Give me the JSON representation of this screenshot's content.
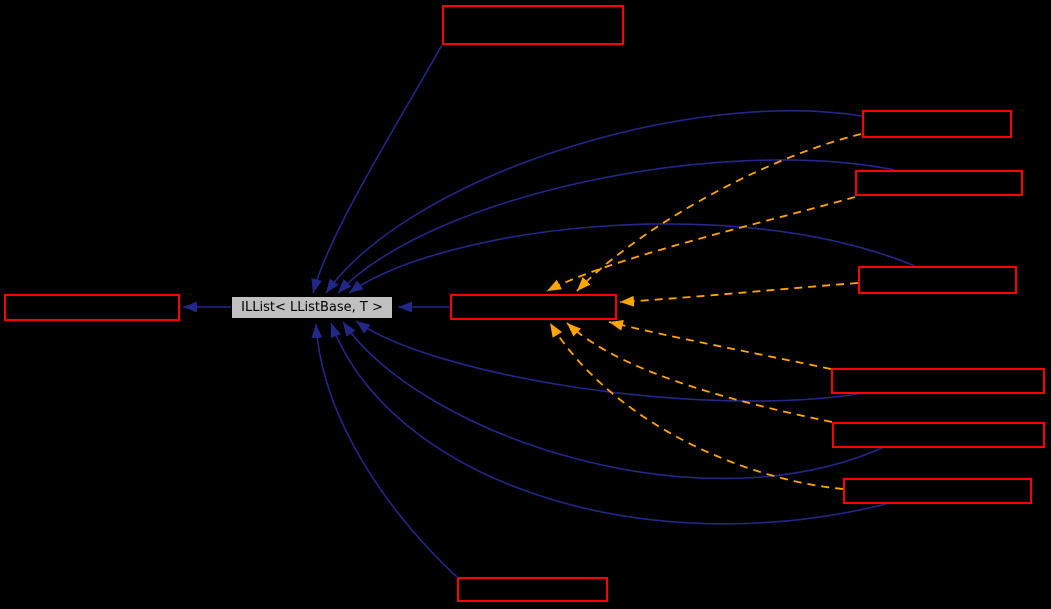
{
  "diagram": {
    "kind": "class-inheritance-graph",
    "current_node": {
      "label": "ILList< LListBase, T >"
    },
    "colors": {
      "background": "#000000",
      "node_border": "#ff0000",
      "current_node_fill": "#c0c0c0",
      "current_node_text": "#000000",
      "inheritance_edge": "#232786",
      "template_edge": "#ffa500"
    },
    "nodes": [
      {
        "id": "base-left",
        "label": ""
      },
      {
        "id": "current",
        "label": "ILList< LListBase, T >"
      },
      {
        "id": "derived-top",
        "label": ""
      },
      {
        "id": "derived-center",
        "label": ""
      },
      {
        "id": "derived-right-1",
        "label": ""
      },
      {
        "id": "derived-right-2",
        "label": ""
      },
      {
        "id": "derived-right-3",
        "label": ""
      },
      {
        "id": "derived-right-4",
        "label": ""
      },
      {
        "id": "derived-right-5",
        "label": ""
      },
      {
        "id": "derived-right-6",
        "label": ""
      },
      {
        "id": "derived-bottom",
        "label": ""
      }
    ],
    "edges": {
      "inheritance_solid_blue": [
        {
          "from": "current",
          "to": "base-left"
        },
        {
          "from": "derived-top",
          "to": "current"
        },
        {
          "from": "derived-center",
          "to": "current"
        },
        {
          "from": "derived-right-1",
          "to": "current"
        },
        {
          "from": "derived-right-2",
          "to": "current"
        },
        {
          "from": "derived-right-3",
          "to": "current"
        },
        {
          "from": "derived-right-4",
          "to": "current"
        },
        {
          "from": "derived-right-5",
          "to": "current"
        },
        {
          "from": "derived-right-6",
          "to": "current"
        },
        {
          "from": "derived-bottom",
          "to": "current"
        }
      ],
      "template_instance_dashed_orange": [
        {
          "from": "derived-right-1",
          "to": "derived-center"
        },
        {
          "from": "derived-right-2",
          "to": "derived-center"
        },
        {
          "from": "derived-right-3",
          "to": "derived-center"
        },
        {
          "from": "derived-right-4",
          "to": "derived-center"
        },
        {
          "from": "derived-right-5",
          "to": "derived-center"
        },
        {
          "from": "derived-right-6",
          "to": "derived-center"
        }
      ]
    }
  }
}
